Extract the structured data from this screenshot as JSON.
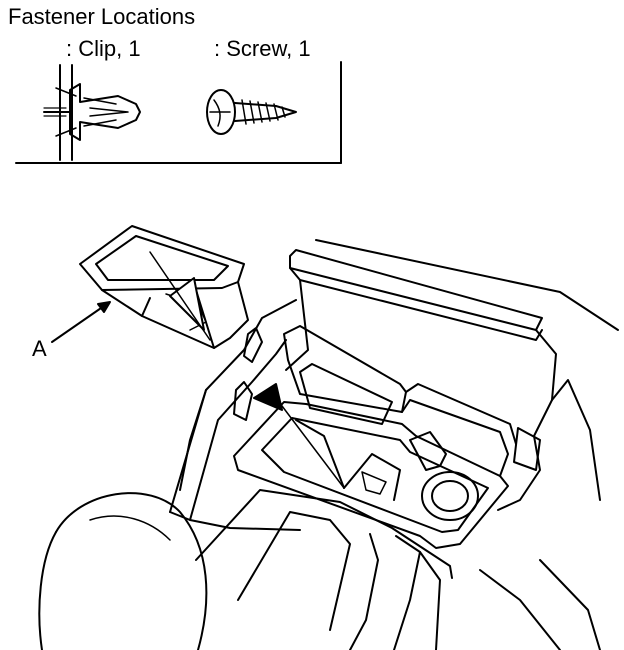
{
  "legend": {
    "title": "Fastener Locations",
    "clip_label": ": Clip, 1",
    "screw_label": ": Screw, 1"
  },
  "callouts": {
    "a": "A"
  },
  "colors": {
    "line": "#000000",
    "background": "#ffffff"
  }
}
